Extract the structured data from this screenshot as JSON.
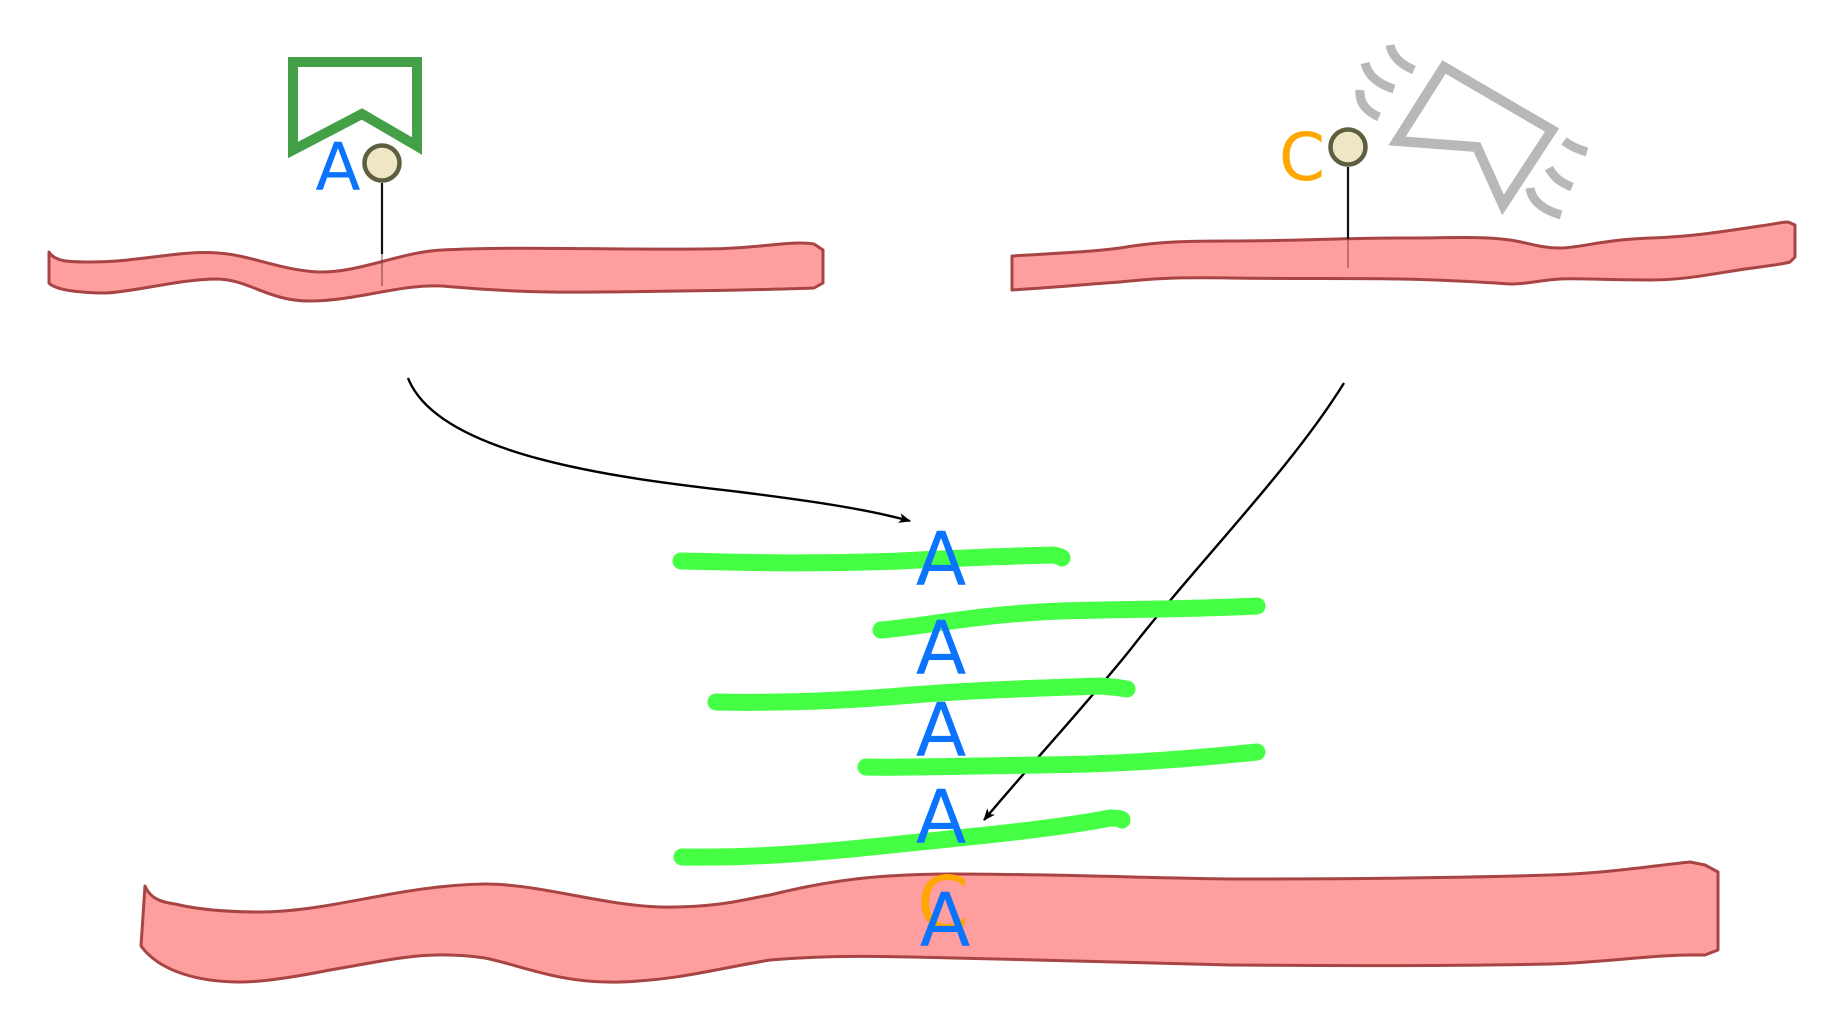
{
  "diagram": {
    "title": "",
    "colors": {
      "adenine": "#0a74ff",
      "cytosine": "#ffa600",
      "strand_fill": "#ff9e9e",
      "strand_stroke": "#a84444",
      "primer_green": "#44ff44",
      "bookmark_green": "#43a047",
      "gray_icon": "#b8b8b8"
    },
    "top_left": {
      "base": "A",
      "base_type": "adenine",
      "marker_icon": "bookmark-icon"
    },
    "top_right": {
      "base": "C",
      "base_type": "cytosine",
      "marker_icon": "shaking-bookmark-icon"
    },
    "stack": {
      "bases": [
        "A",
        "A",
        "A",
        "A",
        "C"
      ],
      "base_types": [
        "adenine",
        "adenine",
        "adenine",
        "adenine",
        "cytosine"
      ]
    },
    "bottom_strand": {
      "base": "A",
      "base_type": "adenine"
    }
  }
}
